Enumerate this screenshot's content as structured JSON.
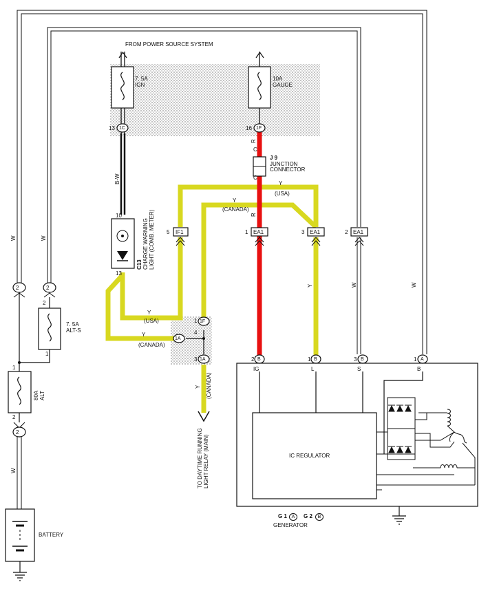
{
  "header": {
    "source": "FROM POWER SOURCE SYSTEM"
  },
  "fuses": {
    "ign": {
      "line1": "7. 5A",
      "line2": "IGN"
    },
    "gauge": {
      "line1": "10A",
      "line2": "GAUGE"
    },
    "alts": {
      "line1": "7. 5A",
      "line2": "ALT-S"
    },
    "alt": {
      "line1": "80A",
      "line2": "ALT"
    }
  },
  "connectors": {
    "c1": "1C",
    "c1pin": "13",
    "f1": "1F",
    "f1pin": "16",
    "if1": "IF1",
    "if1pin": "5",
    "ea1a": "EA1",
    "ea1apin": "1",
    "ea1b": "EA1",
    "ea1bpin": "3",
    "ea1c": "EA1",
    "ea1cpin": "2",
    "j2left": "2",
    "j2leftpin": "",
    "j2mid": "2",
    "j2midpin": "2",
    "j2low": "2",
    "j2lowpin": "2",
    "r1f": "1F",
    "r1a1": "1A",
    "r1a2": "1A",
    "r1fpin": "1",
    "r1a1pin": "4",
    "r1a2pin": "3",
    "altspin1": "1",
    "altpin1": "1"
  },
  "junction": {
    "id": "J 9",
    "line1": "JUNCTION",
    "line2": "CONNECTOR",
    "pin_top": "C",
    "pin_bot": "C"
  },
  "meter": {
    "id": "C13",
    "line1": "CHARGE WARNING",
    "line2": "LIGHT (COMB. METER)",
    "pin_top": "10",
    "pin_bot": "13"
  },
  "wires": {
    "bw": "B-W",
    "r1": "R",
    "r2": "R",
    "w1": "W",
    "w2": "W",
    "w3": "W",
    "w4": "W",
    "w5": "W",
    "y1": "Y",
    "y2": "Y",
    "y3": "Y",
    "y4": "Y",
    "y5": "Y"
  },
  "labels": {
    "usa1": "(USA)",
    "canada1": "(CANADA)",
    "usa2": "(USA)",
    "canada2": "(CANADA)",
    "canada3": "(CANADA)",
    "relay1": "TO DAYTIME RUNNING",
    "relay2": "LIGHT RELAY (MAIN)"
  },
  "generator": {
    "regulator": "IC REGULATOR",
    "pins": {
      "ig": "IG",
      "l": "L",
      "s": "S",
      "b": "B"
    },
    "conn": {
      "ig": "B",
      "l": "B",
      "s": "B",
      "b": "A",
      "igpin": "2",
      "lpin": "1",
      "spin": "3",
      "bpin": "1"
    },
    "g1": "G 1",
    "g1c": "A",
    "g2": "G 2",
    "g2c": "B",
    "name": "GENERATOR"
  },
  "battery": {
    "label": "BATTERY"
  }
}
